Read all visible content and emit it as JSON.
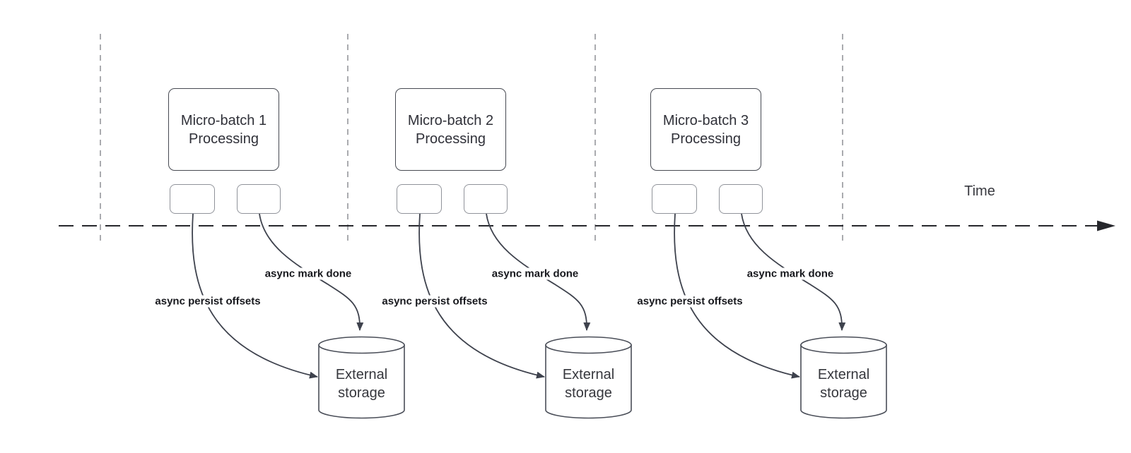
{
  "diagram": {
    "time_axis_label": "Time",
    "groups": [
      {
        "title_line1": "Micro-batch 1",
        "title_line2": "Processing",
        "persist_label": "async persist offsets",
        "done_label": "async mark done",
        "storage_line1": "External",
        "storage_line2": "storage"
      },
      {
        "title_line1": "Micro-batch 2",
        "title_line2": "Processing",
        "persist_label": "async persist offsets",
        "done_label": "async mark done",
        "storage_line1": "External",
        "storage_line2": "storage"
      },
      {
        "title_line1": "Micro-batch 3",
        "title_line2": "Processing",
        "persist_label": "async persist offsets",
        "done_label": "async mark done",
        "storage_line1": "External",
        "storage_line2": "storage"
      }
    ],
    "colors": {
      "background": "#ffffff",
      "time_axis": "#26272c",
      "interval_guide": "#aaabaf",
      "connector": "#3e424d",
      "process_box_border": "#474a52",
      "task_box_border": "#90939a",
      "cylinder_border": "#4a4e58",
      "title_text": "#303139",
      "connector_label_text": "#17181d"
    }
  }
}
